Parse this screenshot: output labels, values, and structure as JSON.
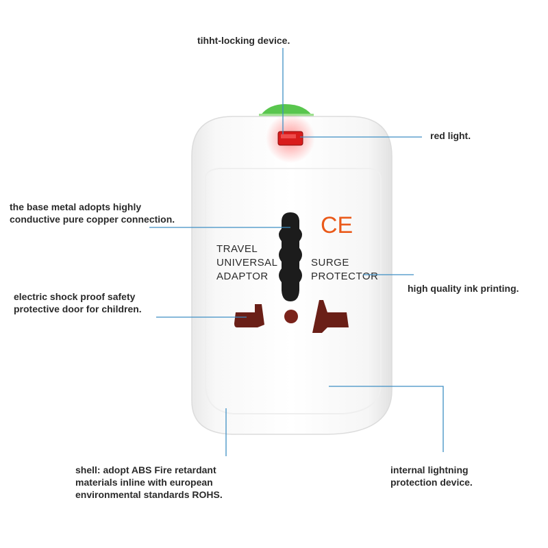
{
  "callouts": {
    "locking_device": "tihht-locking device.",
    "red_light": "red light.",
    "base_metal": [
      "the base metal adopts highly",
      "conductive pure copper connection."
    ],
    "ink_printing": "high quality ink printing.",
    "shock_proof": [
      "electric shock proof safety",
      "protective door for children."
    ],
    "shell": [
      "shell: adopt ABS Fire retardant",
      "materials inline with european",
      "environmental standards ROHS."
    ],
    "lightning": [
      "internal lightning",
      "protection device."
    ]
  },
  "adapter_print": {
    "mark": "CE",
    "left_lines": [
      "TRAVEL",
      "UNIVERSAL",
      "ADAPTOR"
    ],
    "right_lines": [
      "SURGE",
      "PROTECTOR"
    ]
  },
  "colors": {
    "leader_line": "#3d8ec4",
    "indicator_light": "#d81c1c",
    "ce_mark": "#ea5a1a",
    "lock_button": "#59c64e",
    "socket_hole": "#6a1f17",
    "slot": "#1c1c1c"
  }
}
